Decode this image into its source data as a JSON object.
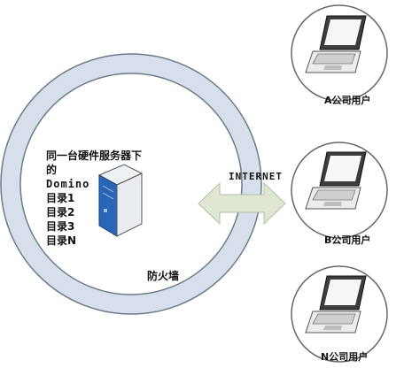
{
  "server": {
    "lines": [
      "同一台硬件服务器下",
      "的",
      "Domino",
      "目录1",
      "目录2",
      "目录3",
      "目录N"
    ]
  },
  "firewall": {
    "label": "防火墙"
  },
  "network": {
    "label": "INTERNET"
  },
  "users": [
    {
      "label": "A公司用户"
    },
    {
      "label": "B公司用户"
    },
    {
      "label": "N公司用户"
    }
  ],
  "colors": {
    "ring": "#d7e0ea",
    "ring_border": "#6d7b89",
    "arrow": "#dfe6d2",
    "server_blue": "#2a66b7"
  }
}
